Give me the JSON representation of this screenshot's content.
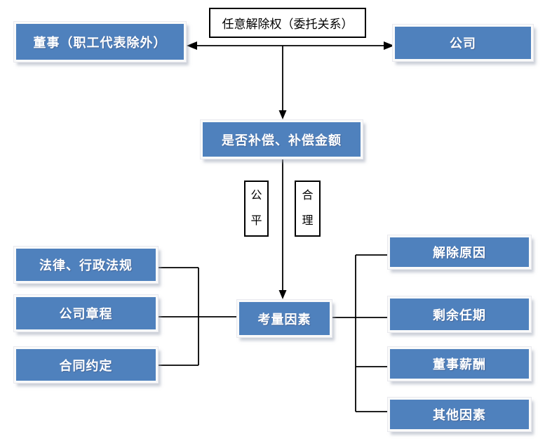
{
  "diagram": {
    "top": {
      "director": "董事（职工代表除外）",
      "relationship": "任意解除权（委托关系）",
      "company": "公司"
    },
    "middle": {
      "compensation": "是否补偿、补偿金额",
      "fair": "公平",
      "reasonable": "合理",
      "factors": "考量因素"
    },
    "left_factors": [
      "法律、行政法规",
      "公司章程",
      "合同约定"
    ],
    "right_factors": [
      "解除原因",
      "剩余任期",
      "董事薪酬",
      "其他因素"
    ],
    "colors": {
      "node_fill": "#4f81bd",
      "node_text": "#ffffff",
      "plain_fill": "#ffffff",
      "plain_text": "#000000",
      "line": "#000000"
    }
  }
}
